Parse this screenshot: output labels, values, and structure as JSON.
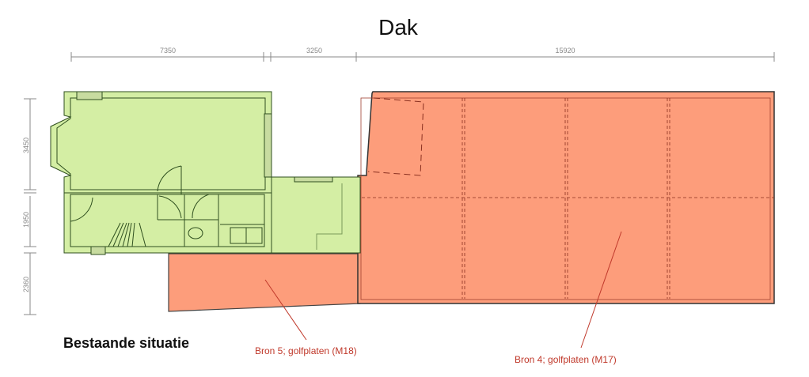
{
  "title": "Dak",
  "dimensions": {
    "horizontal": [
      "7350",
      "3250",
      "15920"
    ],
    "vertical": [
      "3450",
      "1950",
      "2360"
    ]
  },
  "caption": "Bestaande situatie",
  "labels": {
    "bron5": "Bron 5; golfplaten (M18)",
    "bron4": "Bron 4; golfplaten (M17)"
  },
  "colors": {
    "existing": "#d4eea4",
    "roof": "#fd9d7b",
    "leader": "#c0392b"
  }
}
